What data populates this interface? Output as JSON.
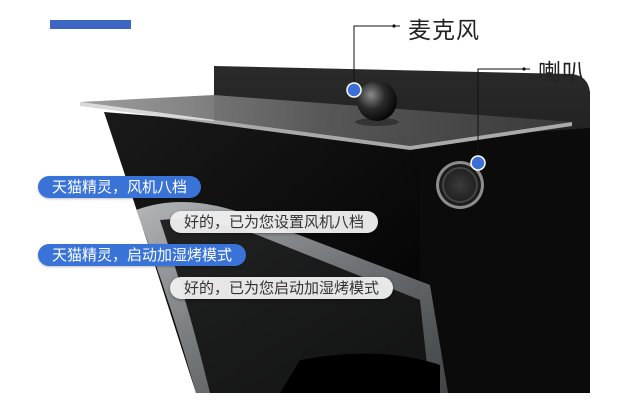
{
  "labels": {
    "microphone": "麦克风",
    "speaker": "喇叭"
  },
  "dialogue": [
    {
      "role": "user",
      "text": "天猫精灵，风机八档"
    },
    {
      "role": "assistant",
      "text": "好的，已为您设置风机八档"
    },
    {
      "role": "user",
      "text": "天猫精灵，启动加湿烤模式"
    },
    {
      "role": "assistant",
      "text": "好的，已为您启动加湿烤模式"
    }
  ],
  "colors": {
    "accent": "#3b66c4",
    "user_bubble": "#3a73d8",
    "reply_bubble": "#eeeeee",
    "callout_dot": "#3b6fd6",
    "hood_body": "#0c0c0c"
  },
  "icons": {
    "microphone": "microphone-sphere-icon",
    "speaker": "speaker-grille-icon"
  }
}
